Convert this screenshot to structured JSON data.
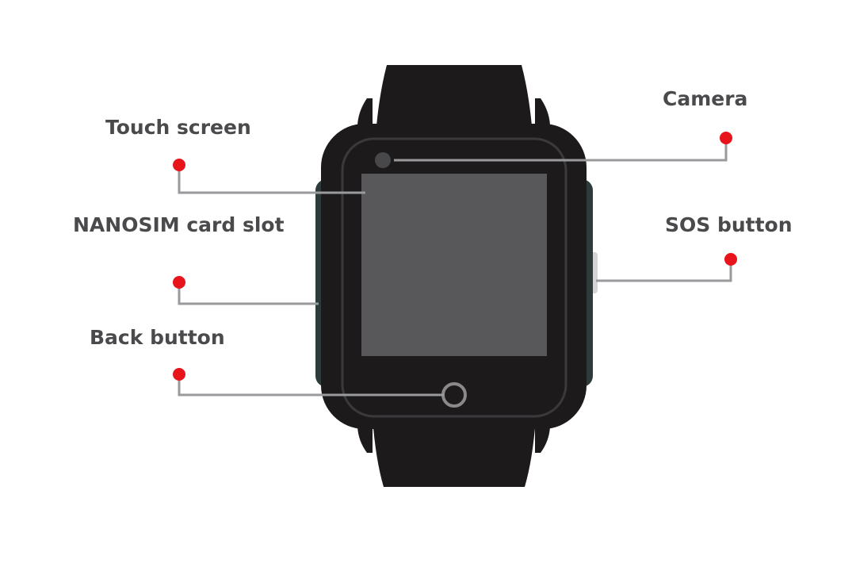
{
  "callouts": {
    "touch_screen": "Touch screen",
    "nanosim_slot": "NANOSIM card slot",
    "back_button": "Back button",
    "camera": "Camera",
    "sos_button": "SOS button"
  },
  "colors": {
    "background": "#ffffff",
    "label_text": "#4a4a4c",
    "watch_body": "#1c1a1b",
    "screen": "#58585a",
    "side_panel": "#2e3b3b",
    "leader_line": "#9a9a9c",
    "marker_dot": "#e8141c"
  },
  "icons": {
    "camera_lens": "camera-lens-icon",
    "home_button": "home-ring-icon"
  }
}
